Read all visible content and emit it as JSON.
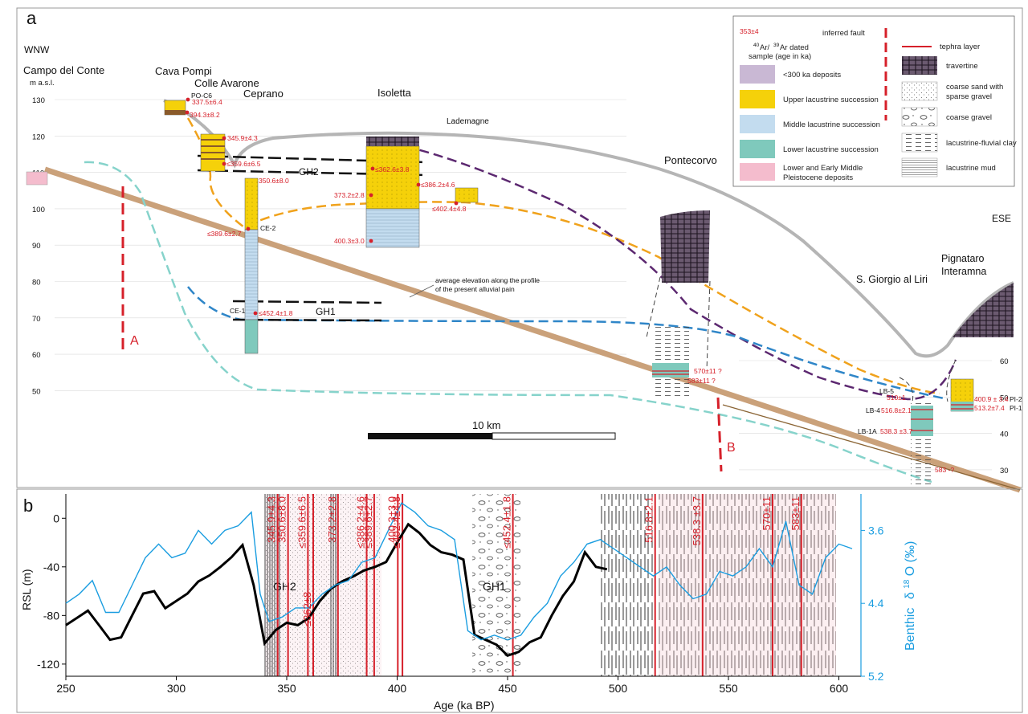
{
  "panel_a": {
    "letter": "a",
    "orientation_left": "WNW",
    "orientation_right": "ESE",
    "axis_unit": "m a.s.l.",
    "left_ticks": [
      "130",
      "120",
      "110",
      "100",
      "90",
      "80",
      "70",
      "60",
      "50"
    ],
    "right_ticks": [
      "60",
      "50",
      "40",
      "30"
    ],
    "localities": {
      "campo": "Campo del Conte",
      "cava": "Cava Pompi",
      "colle": "Colle Avarone",
      "ceprano": "Ceprano",
      "isoletta": "Isoletta",
      "lademagne": "Lademagne",
      "pontecorvo": "Pontecorvo",
      "pignataro1": "Pignataro",
      "pignataro2": "Interamna",
      "sgiorgio": "S. Giorgio al Liri"
    },
    "surfaces": {
      "gh2": "GH2",
      "gh1": "GH1"
    },
    "faults": {
      "a": "A",
      "b": "B"
    },
    "plain_note_1": "average elevation along the profile",
    "plain_note_2": "of the present alluvial pain",
    "scalebar": "10 km",
    "samples": {
      "po_c6": "PO-C6",
      "s1": "337.5±6.4",
      "s2": "394.3±8.2",
      "s3": "345.9±4.3",
      "s4": "≤359.6±6.5",
      "s5": "350.6±8.0",
      "s6": "≤389.6±2.7",
      "ce2": "CE-2",
      "ce1": "CE-1",
      "s7": "≤452.4±1.8",
      "s8": "≤362.6±3.8",
      "s9": "373.2±2.8",
      "s10": "400.3±3.0",
      "s11": "≤386.2±4.6",
      "s12": "≤402.4±4.8",
      "s13": "570±11 ?",
      "s14": "583±11 ?",
      "lb5": "LB-5",
      "s15": "510±1",
      "lb4": "LB-4",
      "s16": "516.8±2.1",
      "lb1a": "LB-1A",
      "s17": "538.3 ±3.7",
      "s18": "583 -?",
      "s19": "400.9 ± 3.4",
      "s20": "513.2±7.4",
      "pi2": "PI-2",
      "pi1": "PI-1"
    },
    "legend": {
      "dated_1": "353±4",
      "dated_2": "Ar/",
      "dated_3": "Ar dated",
      "dated_4": "sample (age in ka)",
      "sup40": "40",
      "sup39": "39",
      "fault": "inferred fault",
      "tephra": "tephra layer",
      "l1": "<300 ka deposits",
      "l2": "Upper lacustrine succession",
      "l3": "Middle lacustrine succession",
      "l4": "Lower lacustrine succession",
      "l5a": "Lower and Early Middle",
      "l5b": "Pleistocene deposits",
      "r1": "travertine",
      "r2a": "coarse sand with",
      "r2b": "sparse gravel",
      "r3": "coarse gravel",
      "r4": "lacustrine-fluvial clay",
      "r5": "lacustrine mud"
    },
    "colors": {
      "upper": "#f5d10a",
      "middle": "#c3dcef",
      "lower": "#7fc9bc",
      "pink": "#f4bccd",
      "lilac": "#c9b8d4",
      "plain": "#caa17a",
      "grey_line": "#b5b5b5",
      "orange_line": "#f0a21c",
      "purple_line": "#5c2870",
      "blue_line": "#2f86c8",
      "teal_line": "#86d3cb",
      "fault": "#d6202a"
    }
  },
  "panel_b": {
    "letter": "b",
    "gh2": "GH2",
    "gh1": "GH1",
    "tephra_labels": [
      "345.9±4.3",
      "350.6±8.0",
      "≤359.6±6.5",
      "≤362±8",
      "373.2±2.8",
      "≤386.2±4.6",
      "≤389.6±2.7",
      "400.3±3.0",
      "≤402.4±4.8",
      "≤452.4±1.8",
      "516.8±2.1",
      "538.3 ±3.7",
      "570±11",
      "583±11"
    ]
  },
  "chart_data": {
    "type": "line",
    "xlabel": "Age (ka BP)",
    "ylabel": "RSL (m)",
    "y2label_1": "Benthic",
    "y2label_2": "δ",
    "y2label_sup": "18",
    "y2label_3": "O (‰)",
    "xlim": [
      250,
      610
    ],
    "ylim": [
      -130,
      20
    ],
    "y2lim": [
      5.2,
      3.2
    ],
    "x_ticks": [
      "250",
      "300",
      "350",
      "400",
      "450",
      "500",
      "550",
      "600"
    ],
    "y_ticks": [
      "0",
      "-40",
      "-80",
      "-120"
    ],
    "y2_ticks": [
      "3.6",
      "4.4",
      "5.2"
    ],
    "tephra_ages": [
      345.9,
      350.6,
      359.6,
      362,
      373.2,
      386.2,
      389.6,
      400.3,
      402.4,
      452.4,
      516.8,
      538.3,
      570,
      583
    ],
    "series": [
      {
        "name": "",
        "axis": "left",
        "color": "#000000",
        "x": [
          250,
          255,
          260,
          265,
          270,
          275,
          280,
          285,
          290,
          295,
          300,
          305,
          310,
          315,
          320,
          325,
          330,
          335,
          340,
          345,
          350,
          355,
          360,
          365,
          370,
          375,
          380,
          385,
          390,
          395,
          400,
          405,
          410,
          415,
          420,
          425,
          430,
          435,
          440,
          445,
          450,
          455,
          460,
          465,
          470,
          475,
          480,
          485,
          490,
          495
        ],
        "y": [
          -88,
          -82,
          -76,
          -88,
          -100,
          -98,
          -80,
          -62,
          -60,
          -74,
          -68,
          -62,
          -52,
          -47,
          -40,
          -32,
          -22,
          -55,
          -103,
          -92,
          -86,
          -88,
          -82,
          -68,
          -58,
          -52,
          -48,
          -43,
          -40,
          -36,
          -20,
          -5,
          -12,
          -22,
          -28,
          -30,
          -34,
          -96,
          -100,
          -104,
          -113,
          -110,
          -102,
          -98,
          -80,
          -64,
          -52,
          -28,
          -40,
          -42
        ]
      },
      {
        "name": "",
        "axis": "right",
        "color": "#1a9de0",
        "x": [
          250,
          256,
          262,
          268,
          274,
          280,
          286,
          292,
          298,
          304,
          310,
          316,
          322,
          328,
          334,
          338,
          342,
          348,
          354,
          360,
          366,
          372,
          378,
          384,
          390,
          396,
          402,
          408,
          414,
          420,
          426,
          432,
          438,
          444,
          450,
          456,
          462,
          468,
          474,
          480,
          486,
          492,
          498,
          504,
          510,
          516,
          522,
          528,
          534,
          540,
          546,
          552,
          558,
          564,
          570,
          576,
          582,
          588,
          594,
          600,
          606
        ],
        "y": [
          4.4,
          4.3,
          4.15,
          4.5,
          4.5,
          4.2,
          3.9,
          3.75,
          3.9,
          3.85,
          3.6,
          3.75,
          3.6,
          3.55,
          3.4,
          4.3,
          4.6,
          4.55,
          4.45,
          4.45,
          4.3,
          4.2,
          4.15,
          3.95,
          3.9,
          3.6,
          3.3,
          3.4,
          3.55,
          3.6,
          3.7,
          4.7,
          4.8,
          4.75,
          4.8,
          4.75,
          4.55,
          4.4,
          4.1,
          3.95,
          3.75,
          3.7,
          3.8,
          3.9,
          4.0,
          4.1,
          4.0,
          4.2,
          4.35,
          4.3,
          4.05,
          4.1,
          4.0,
          3.8,
          4.0,
          3.5,
          4.2,
          4.3,
          3.9,
          3.75,
          3.8
        ]
      }
    ]
  }
}
